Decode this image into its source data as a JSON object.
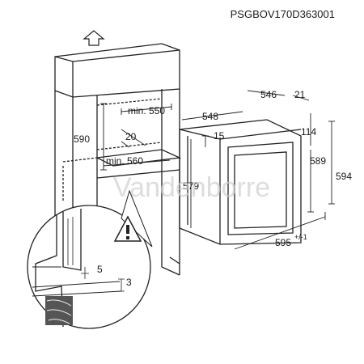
{
  "header": {
    "model_code": "PSGBOV170D363001"
  },
  "watermark": {
    "text": "Vandenborre"
  },
  "icons": {
    "up_arrow": "up-arrow-icon",
    "warning": "warning-triangle-icon"
  },
  "cabinet": {
    "min_550": "min. 550",
    "min_560": "min. 560",
    "dim_590": "590",
    "dim_20": "20"
  },
  "oven": {
    "dim_548": "548",
    "dim_546": "546",
    "dim_21": "21",
    "dim_15": "15",
    "dim_114": "114",
    "dim_589": "589",
    "dim_594": "594",
    "dim_579": "579",
    "dim_595": "595",
    "tolerance": "+/-1"
  },
  "detail": {
    "dim_5": "5",
    "dim_3": "3"
  }
}
